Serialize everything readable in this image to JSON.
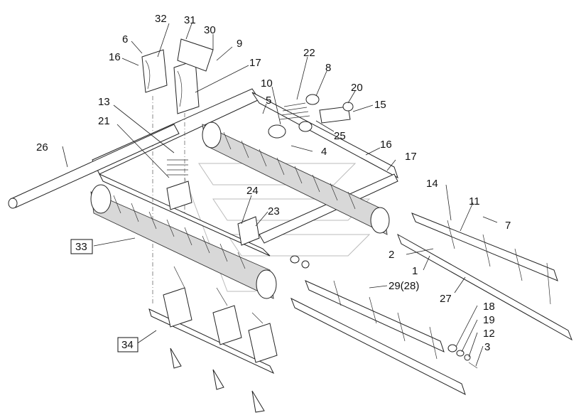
{
  "diagram": {
    "labels": {
      "l32": "32",
      "l31": "31",
      "l30": "30",
      "l6": "6",
      "l9": "9",
      "l16a": "16",
      "l17a": "17",
      "l22": "22",
      "l8": "8",
      "l10": "10",
      "l5": "5",
      "l20": "20",
      "l15": "15",
      "l13": "13",
      "l21": "21",
      "l25": "25",
      "l16b": "16",
      "l26": "26",
      "l4": "4",
      "l17b": "17",
      "l24": "24",
      "l14": "14",
      "l11": "11",
      "l7": "7",
      "l23": "23",
      "l33": "33",
      "l2": "2",
      "l1": "1",
      "l29": "29(28)",
      "l27": "27",
      "l18": "18",
      "l19": "19",
      "l12": "12",
      "l3": "3",
      "l34": "34"
    }
  }
}
